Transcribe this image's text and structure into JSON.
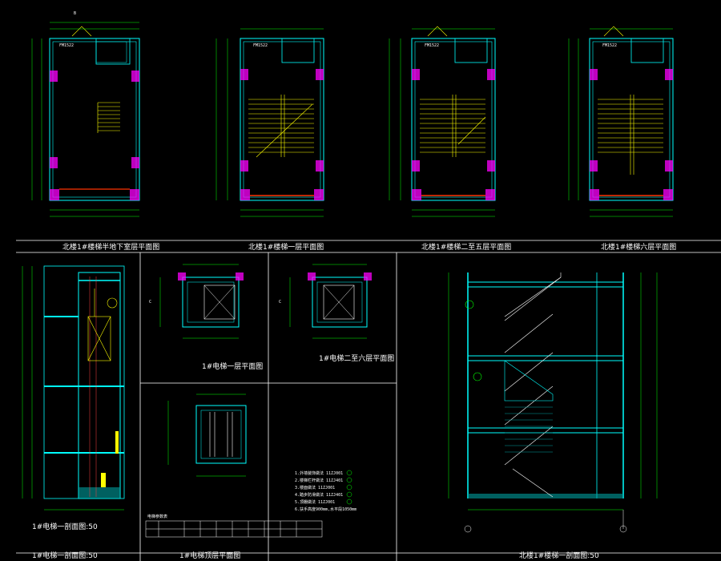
{
  "canvas": {
    "background": "#000000"
  },
  "colors": {
    "frame": "#ffffff",
    "wall": "#00ffff",
    "wallHatch": "#00a0a0",
    "dim": "#00ff00",
    "stair": "#ffff00",
    "column": "#ff00ff",
    "slab": "#ff3300",
    "axis": "#ff4040",
    "text": "#ffffff"
  },
  "captions": {
    "plan1": "北楼1#楼梯半地下室层平面图",
    "plan2": "北楼1#楼梯一层平面图",
    "plan3": "北楼1#楼梯二至五层平面图",
    "plan4": "北楼1#楼梯六层平面图",
    "elevSection": "1#电梯一剖面图:50",
    "elevSection2": "1#电梯一剖面图:50",
    "liftPlan1": "1#电梯一层平面图",
    "liftPlan2": "1#电梯二至六层平面图",
    "liftRoof": "1#电梯顶层平面图",
    "stairSection": "北楼1#楼梯一剖面图:50"
  },
  "labels": {
    "door": "FM1522",
    "door2": "FM1522",
    "door3": "FM1522",
    "door4": "FM1522",
    "tableTitle": "电梯参数表",
    "axisB": "B",
    "axisC": "C"
  },
  "notes": [
    "1.外墙装饰做法 11ZJ001",
    "2.楼梯栏杆做法 11ZJ401",
    "3.楼面做法 11ZJ001",
    "4.踏步防滑做法 11ZJ401",
    "5.顶棚做法 11ZJ001",
    "6.扶手高度900mm,水平段1050mm"
  ]
}
